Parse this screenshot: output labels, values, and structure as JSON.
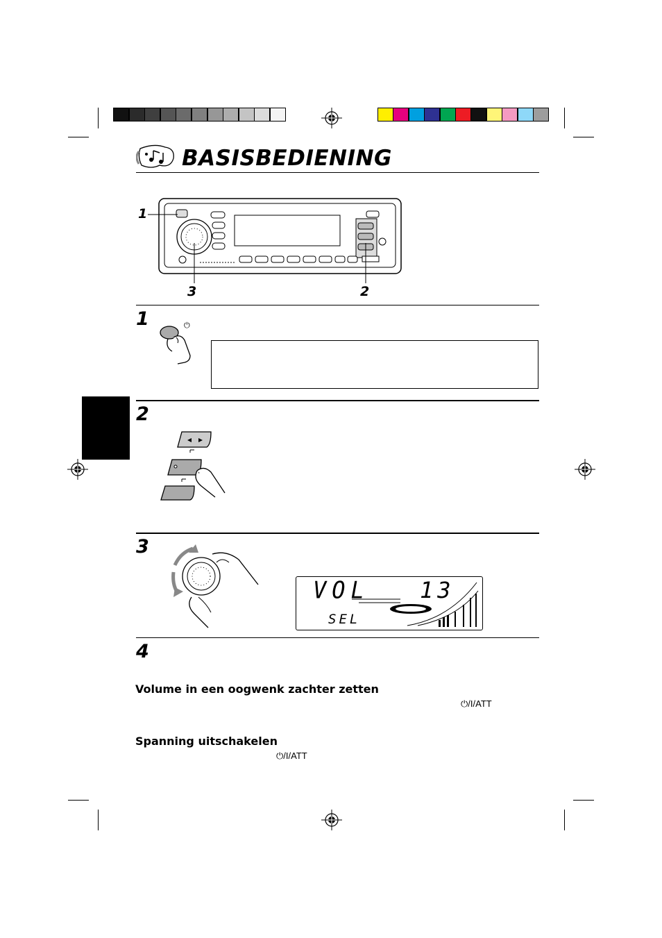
{
  "color_bar": {
    "grays": [
      "#111111",
      "#2b2b2b",
      "#3f3f3f",
      "#555555",
      "#6b6b6b",
      "#808080",
      "#979797",
      "#adadad",
      "#c4c4c4",
      "#dcdcdc",
      "#f5f5f5"
    ],
    "colors": [
      "#ffef00",
      "#e6007e",
      "#00a0e0",
      "#2e3192",
      "#00a651",
      "#ed1c24",
      "#111111",
      "#fff578",
      "#f49ac1",
      "#8ed8f8",
      "#9d9d9d"
    ]
  },
  "page": {
    "title": "BASISBEDIENING"
  },
  "figure": {
    "callouts": [
      "1",
      "3",
      "2"
    ]
  },
  "steps": [
    {
      "number": "1"
    },
    {
      "number": "2"
    },
    {
      "number": "3"
    },
    {
      "number": "4"
    }
  ],
  "display": {
    "line1_left": "VOL",
    "line1_right": "13",
    "line2": "SEL"
  },
  "sections": {
    "volume_title": "Volume in een oogwenk zachter zetten",
    "volume_button": "⏻/I/ATT",
    "power_title": "Spanning uitschakelen",
    "power_button": "⏻/I/ATT"
  },
  "icons": {
    "title_icon": "music-notes-icon",
    "registration": "registration-mark-icon",
    "power_symbol": "⏻"
  }
}
